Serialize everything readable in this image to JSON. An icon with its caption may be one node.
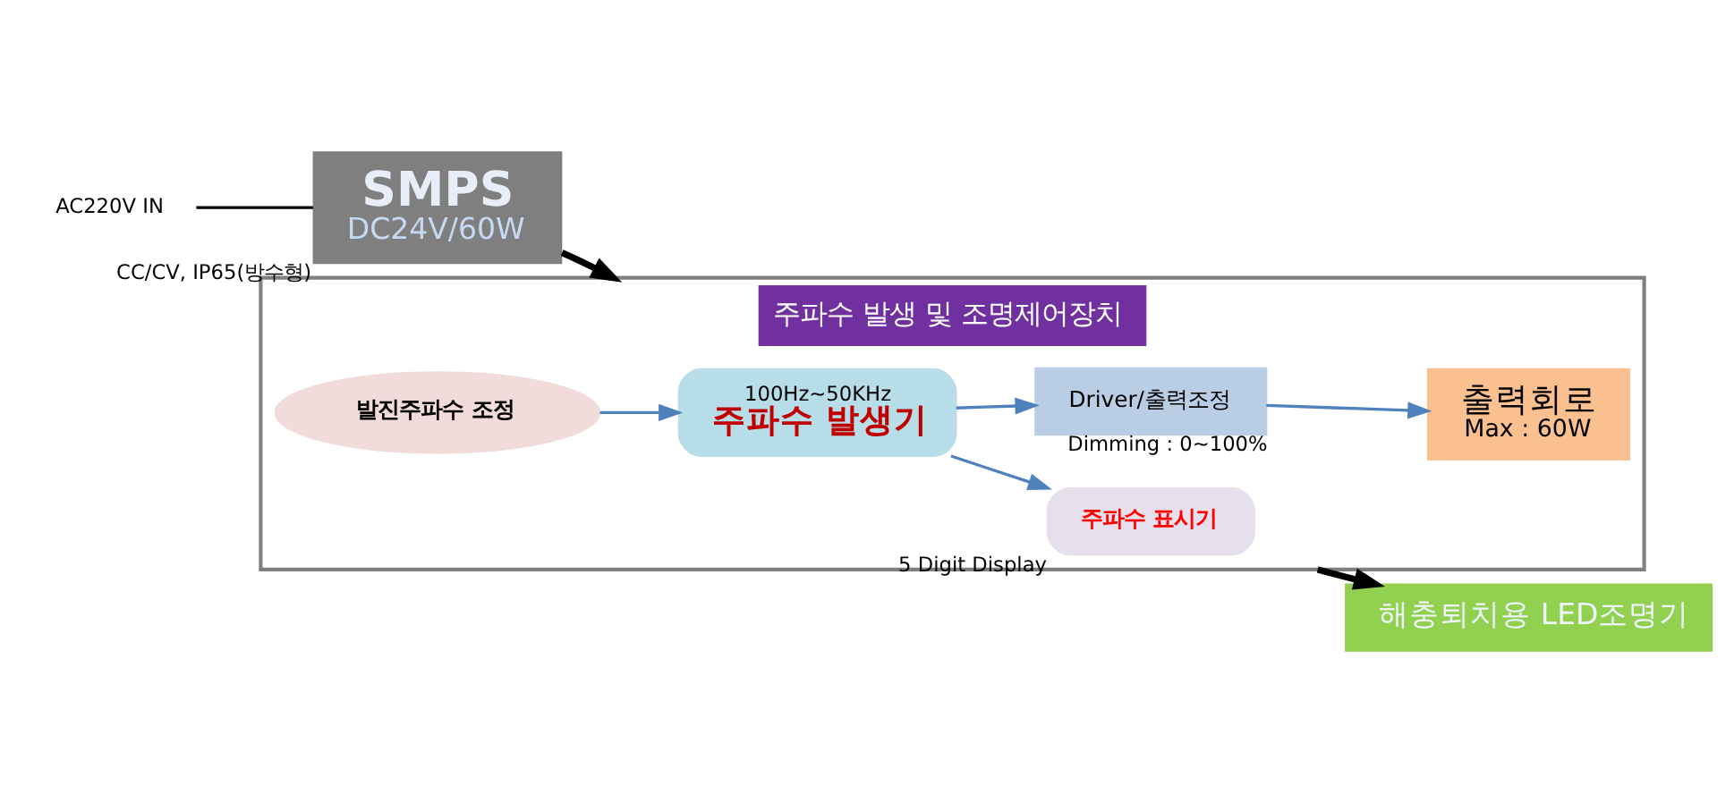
{
  "diagram": {
    "nodes": [
      {
        "text": [
          "AC220V IN"
        ]
      },
      {
        "text": [
          "SMPS",
          "DC24V/60W"
        ],
        "beside": [
          "CC/CV, IP65(방수형)"
        ]
      },
      {
        "text": [
          "해충퇴치용 LED조명기"
        ]
      },
      {
        "text": [
          "주파수 발생 및 조명제어장치"
        ]
      },
      {
        "text": [
          "100Hz~50KHz",
          "주파수 발생기"
        ],
        "in": 3
      },
      {
        "text": [
          "Driver/출력조정"
        ],
        "beside": [
          "Dimming : 0~100%"
        ],
        "in": 3
      },
      {
        "text": [
          "출력회로",
          "Max : 60W"
        ],
        "in": 3
      },
      {
        "text": [
          "발진주파수 조정"
        ],
        "in": 3
      },
      {
        "text": [
          "주파수 표시기"
        ],
        "beside": [
          "5 Digit Display"
        ],
        "in": 3
      }
    ],
    "edges": [
      {
        "from": 0,
        "to": 1,
        "arrow": "none",
        "color": "#000000"
      },
      {
        "from": 1,
        "to": 3,
        "arrow": "to",
        "style": "thick",
        "color": "#000000"
      },
      {
        "from": 3,
        "to": 2,
        "arrow": "to",
        "style": "thick",
        "color": "#000000"
      },
      {
        "from": 7,
        "to": 4,
        "arrow": "to"
      },
      {
        "from": 4,
        "to": 5,
        "arrow": "to"
      },
      {
        "from": 4,
        "to": 8,
        "arrow": "to"
      },
      {
        "from": 5,
        "to": 6,
        "arrow": "to"
      }
    ]
  }
}
